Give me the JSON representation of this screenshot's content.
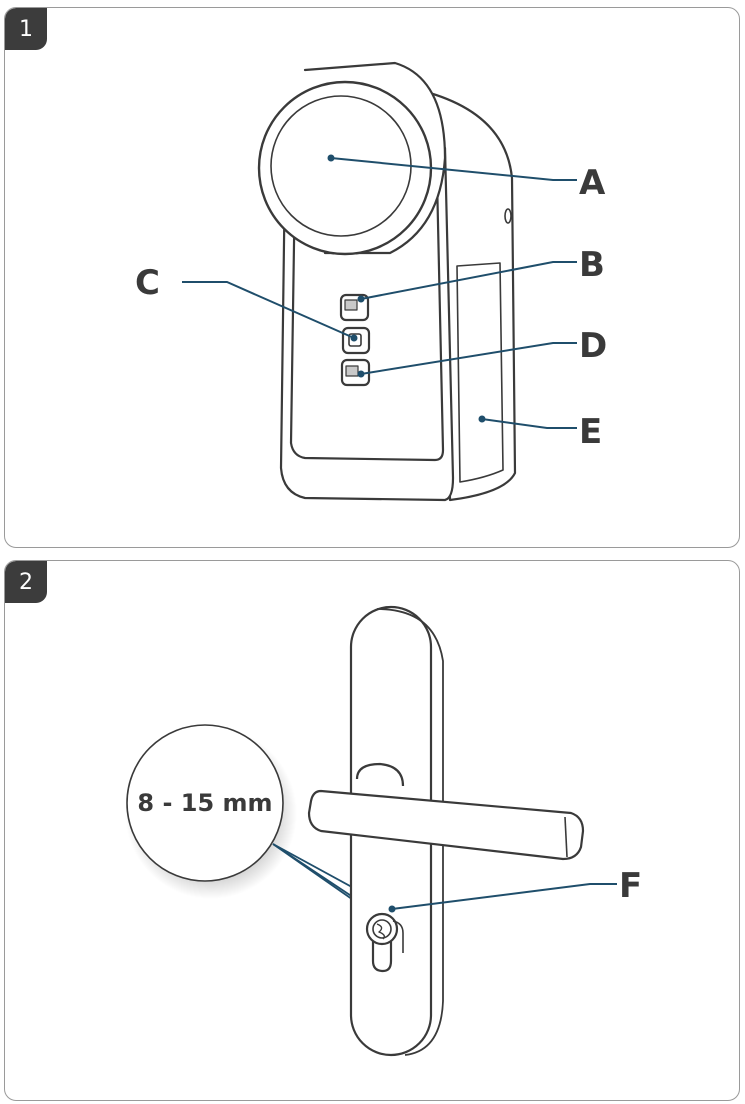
{
  "panels": [
    {
      "number": "1",
      "labels": {
        "a": "A",
        "b": "B",
        "c": "C",
        "d": "D",
        "e": "E"
      }
    },
    {
      "number": "2",
      "labels": {
        "f": "F"
      },
      "callout": "8 - 15 mm"
    }
  ],
  "colors": {
    "leader": "#1f4e6b",
    "outline": "#3a3a3a",
    "panel_border": "#9a9a9a",
    "badge": "#3c3c3c"
  }
}
